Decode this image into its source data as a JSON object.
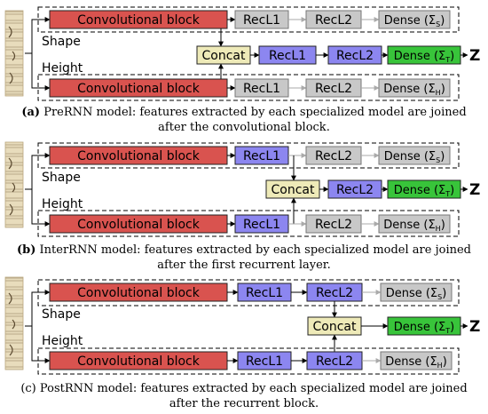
{
  "panels": [
    {
      "id": "a",
      "caption_label": "(a)",
      "caption_line1": " PreRNN model: features extracted by each specialized model are joined",
      "caption_line2": "after the convolutional block.",
      "shape_label": "Shape",
      "height_label": "Height",
      "top_row": [
        "Convolutional block",
        "RecL1",
        "RecL2",
        "Dense (Σ"
      ],
      "bottom_row": [
        "Convolutional block",
        "RecL1",
        "RecL2",
        "Dense (Σ"
      ],
      "middle_row": [
        "Concat",
        "RecL1",
        "RecL2",
        "Dense (Σ"
      ],
      "output": "Z"
    },
    {
      "id": "b",
      "caption_label": "(b)",
      "caption_line1": " InterRNN model: features extracted by each specialized model are joined",
      "caption_line2": "after the first recurrent layer.",
      "shape_label": "Shape",
      "height_label": "Height",
      "top_row": [
        "Convolutional block",
        "RecL1",
        "RecL2",
        "Dense (Σ"
      ],
      "bottom_row": [
        "Convolutional block",
        "RecL1",
        "RecL2",
        "Dense (Σ"
      ],
      "middle_row": [
        "Concat",
        "RecL2",
        "Dense (Σ"
      ],
      "output": "Z"
    },
    {
      "id": "c",
      "caption_label": "(c)",
      "caption_line1": " PostRNN model: features extracted by each specialized model are joined",
      "caption_line2": "after the recurrent block.",
      "shape_label": "Shape",
      "height_label": "Height",
      "top_row": [
        "Convolutional block",
        "RecL1",
        "RecL2",
        "Dense (Σ"
      ],
      "bottom_row": [
        "Convolutional block",
        "RecL1",
        "RecL2",
        "Dense (Σ"
      ],
      "middle_row": [
        "Concat",
        "Dense (Σ"
      ],
      "output": "Z"
    }
  ],
  "subscripts": {
    "shape": "S",
    "transcription": "T",
    "height": "H"
  },
  "colors": {
    "conv": "#d9534f",
    "rec_active": "#8c86f0",
    "inactive": "#c8c8c8",
    "concat": "#eeeab8",
    "dense_out": "#38c43a"
  }
}
